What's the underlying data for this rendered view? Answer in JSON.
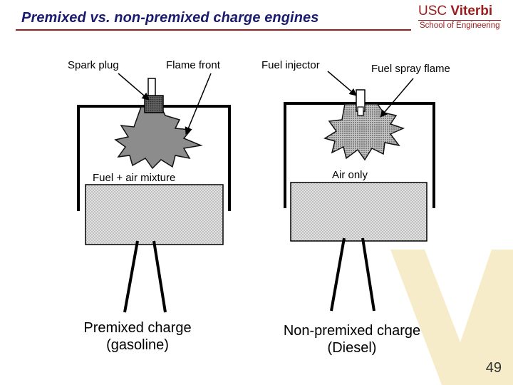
{
  "slide": {
    "title": "Premixed vs. non-premixed charge engines",
    "page_number": "49"
  },
  "logo": {
    "line1_prefix": "USC",
    "line1_name": "Viterbi",
    "line2": "School of Engineering"
  },
  "premixed": {
    "spark_plug_label": "Spark plug",
    "flame_front_label": "Flame front",
    "mixture_label": "Fuel + air mixture",
    "caption_line1": "Premixed charge",
    "caption_line2": "(gasoline)"
  },
  "non_premixed": {
    "fuel_injector_label": "Fuel injector",
    "fuel_spray_flame_label": "Fuel spray flame",
    "air_only_label": "Air only",
    "caption_line1": "Non-premixed charge",
    "caption_line2": "(Diesel)"
  },
  "colors": {
    "title": "#1a1a6e",
    "accent": "#9a1c1c",
    "watermark": "#f3e6b8"
  }
}
